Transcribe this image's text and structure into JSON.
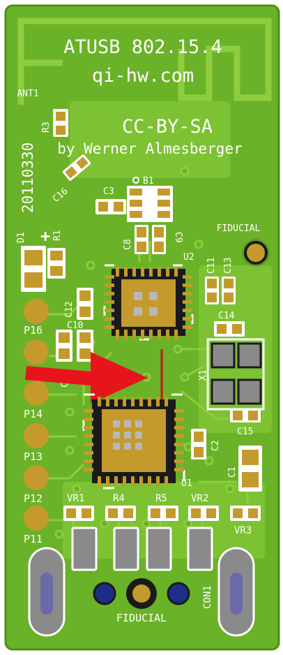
{
  "board": {
    "title_line1": "ATUSB 802.15.4",
    "title_line2": "qi-hw.com",
    "license": "CC-BY-SA",
    "author": "by Werner Almesberger",
    "date": "20110330",
    "antenna": "ANT1",
    "fiducial_top": "FIDUCIAL",
    "fiducial_bottom": "FIDUCIAL",
    "plus_mark": "+",
    "colors": {
      "board": "#6ab227",
      "board_dark": "#4e8e14",
      "copper": "#8dcd3e",
      "pad": "#c49a2c",
      "pad_dark": "#a37c14",
      "silkscreen": "#ffffff",
      "ic_pad": "#1a1a1a",
      "arrow": "#e8141c",
      "trace_red": "#c8141c",
      "via_blue": "#1c2d8a"
    }
  },
  "labels": {
    "R3": "R3",
    "C16": "C16",
    "C3": "C3",
    "B1": "B1",
    "C8": "C8",
    "C9": "C9",
    "D1": "D1",
    "R1": "R1",
    "U2": "U2",
    "C11": "C11",
    "C13": "C13",
    "C12": "C12",
    "C10": "C10",
    "C14": "C14",
    "X1": "X1",
    "C7": "C7",
    "C15": "C15",
    "C2": "C2",
    "C1": "C1",
    "U1": "U1",
    "P16": "P16",
    "P14": "P14",
    "P13": "P13",
    "P12": "P12",
    "P11": "P11",
    "VR1": "VR1",
    "R4": "R4",
    "R5": "R5",
    "VR2": "VR2",
    "VR3": "VR3",
    "CON1": "CON1"
  }
}
